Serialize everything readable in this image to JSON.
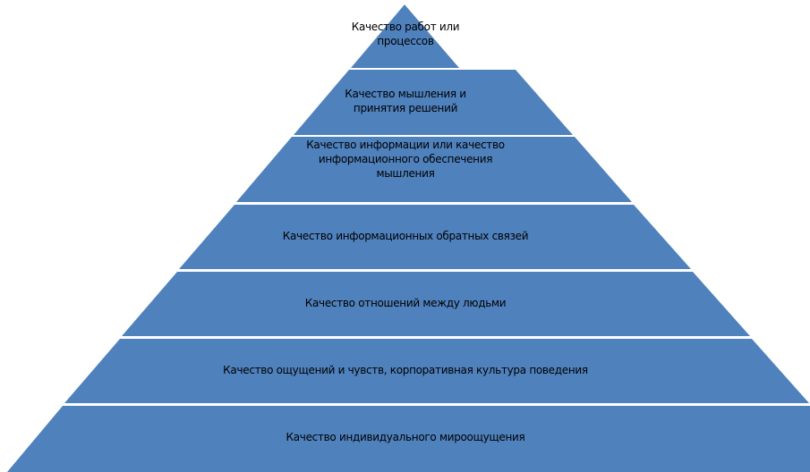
{
  "pyramid": {
    "fill_color": "#4f81bd",
    "separator_color": "#ffffff",
    "levels": [
      {
        "label": "Качество работ или процессов"
      },
      {
        "label": "Качество мышления и принятия решений"
      },
      {
        "label": "Качество информации или качество информационного обеспечения мышления"
      },
      {
        "label": "Качество информационных обратных связей"
      },
      {
        "label": "Качество отношений между людьми"
      },
      {
        "label": "Качество ощущений и чувств, корпоративная культура поведения"
      },
      {
        "label": "Качество индивидуального мироощущения"
      }
    ]
  }
}
